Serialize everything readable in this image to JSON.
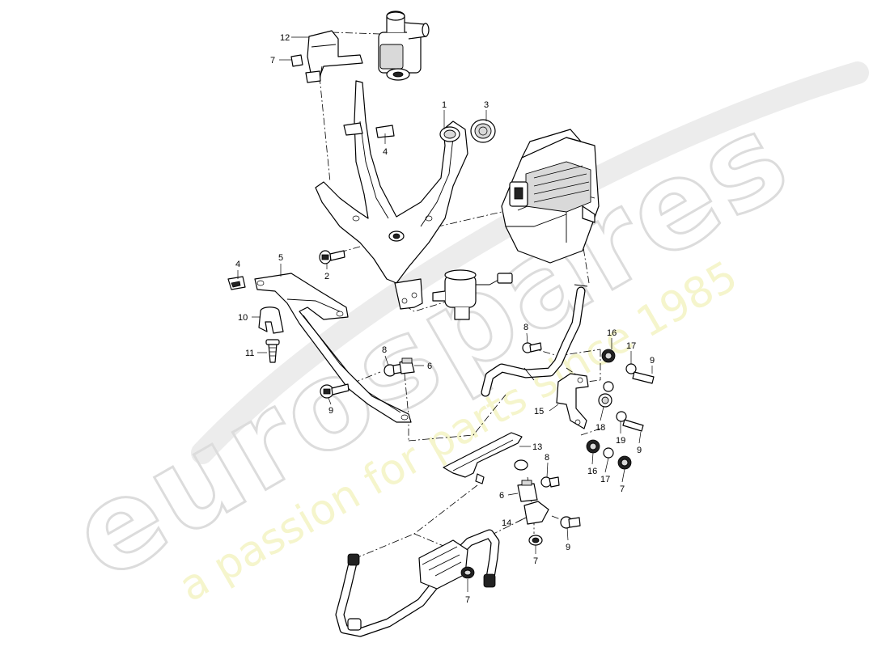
{
  "watermark": {
    "brand": "eurospares",
    "tagline": "a passion for parts since 1985"
  },
  "callouts": {
    "c1": "1",
    "c2": "2",
    "c3": "3",
    "c4a": "4",
    "c4b": "4",
    "c5": "5",
    "c6a": "6",
    "c6b": "6",
    "c7a": "7",
    "c7b": "7",
    "c7c": "7",
    "c7d": "7",
    "c8a": "8",
    "c8b": "8",
    "c8c": "8",
    "c9a": "9",
    "c9b": "9",
    "c9c": "9",
    "c9d": "9",
    "c10": "10",
    "c11": "11",
    "c12": "12",
    "c13": "13",
    "c14": "14",
    "c15": "15",
    "c16a": "16",
    "c16b": "16",
    "c17a": "17",
    "c17b": "17",
    "c18": "18",
    "c19": "19"
  }
}
